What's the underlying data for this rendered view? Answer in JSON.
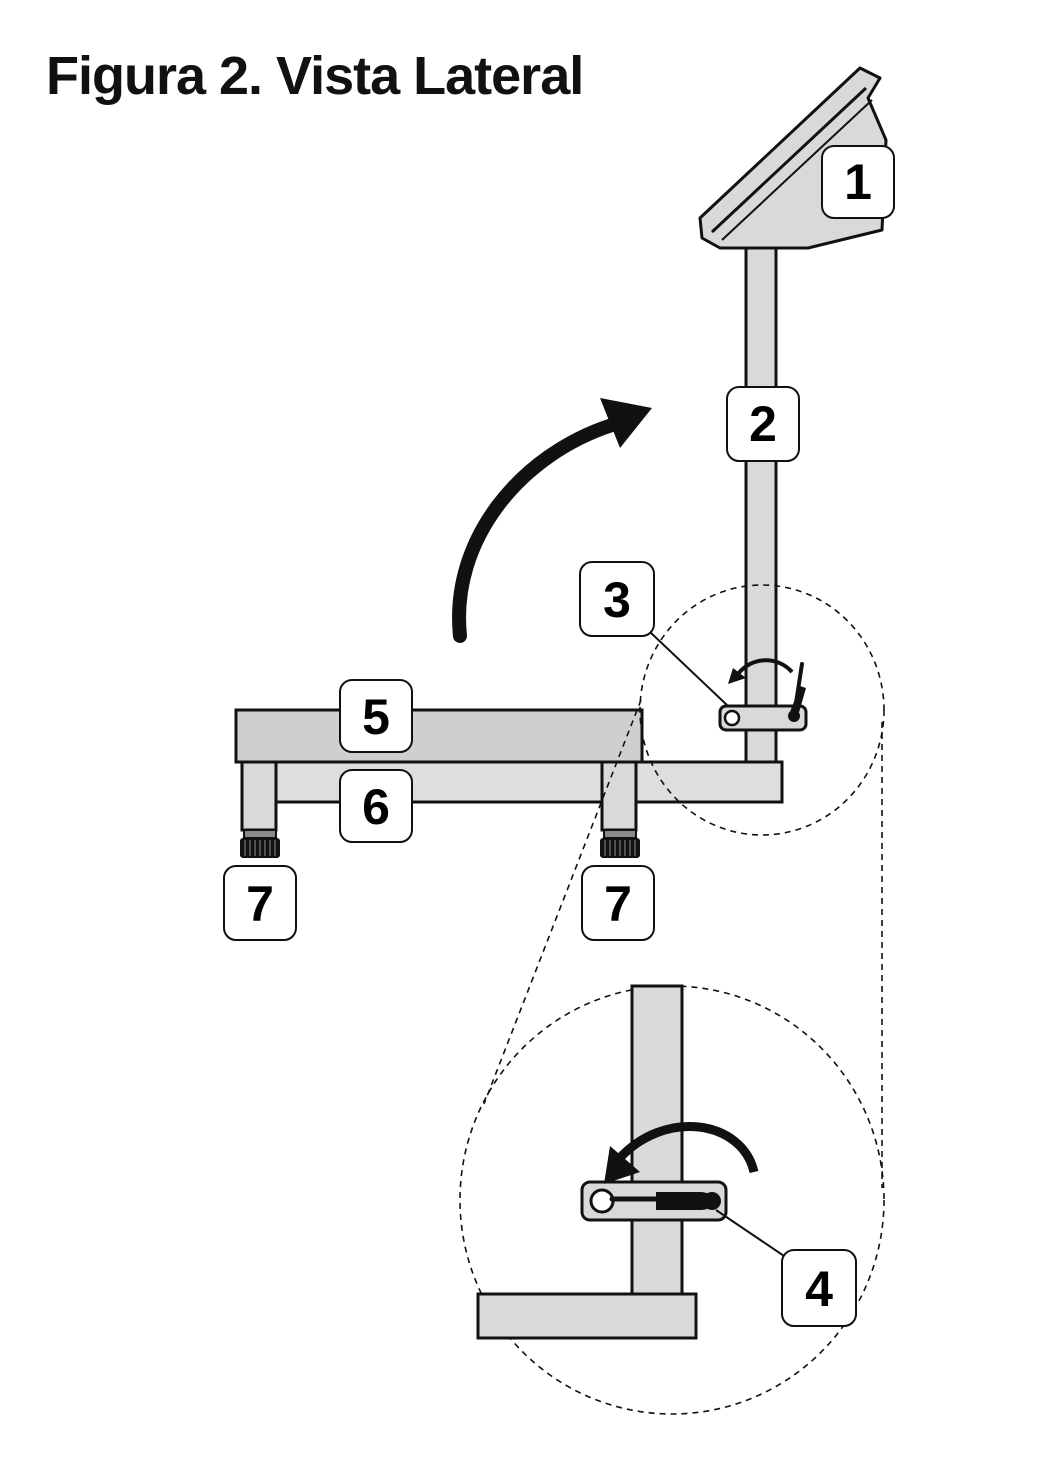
{
  "title": "Figura 2. Vista Lateral",
  "colors": {
    "part_fill": "#d9d9d9",
    "part_fill_dark": "#cfcfcf",
    "outline": "#111111",
    "background": "#ffffff",
    "callout_fill": "#ffffff"
  },
  "callouts": {
    "c1": "1",
    "c2": "2",
    "c3": "3",
    "c4": "4",
    "c5": "5",
    "c6": "6",
    "c7a": "7",
    "c7b": "7"
  },
  "icons": {
    "rotate_arrow": "curved-arrow-icon",
    "fold_arrow": "curved-arrow-icon",
    "lever": "lever-icon",
    "knob": "knurled-foot-icon"
  }
}
